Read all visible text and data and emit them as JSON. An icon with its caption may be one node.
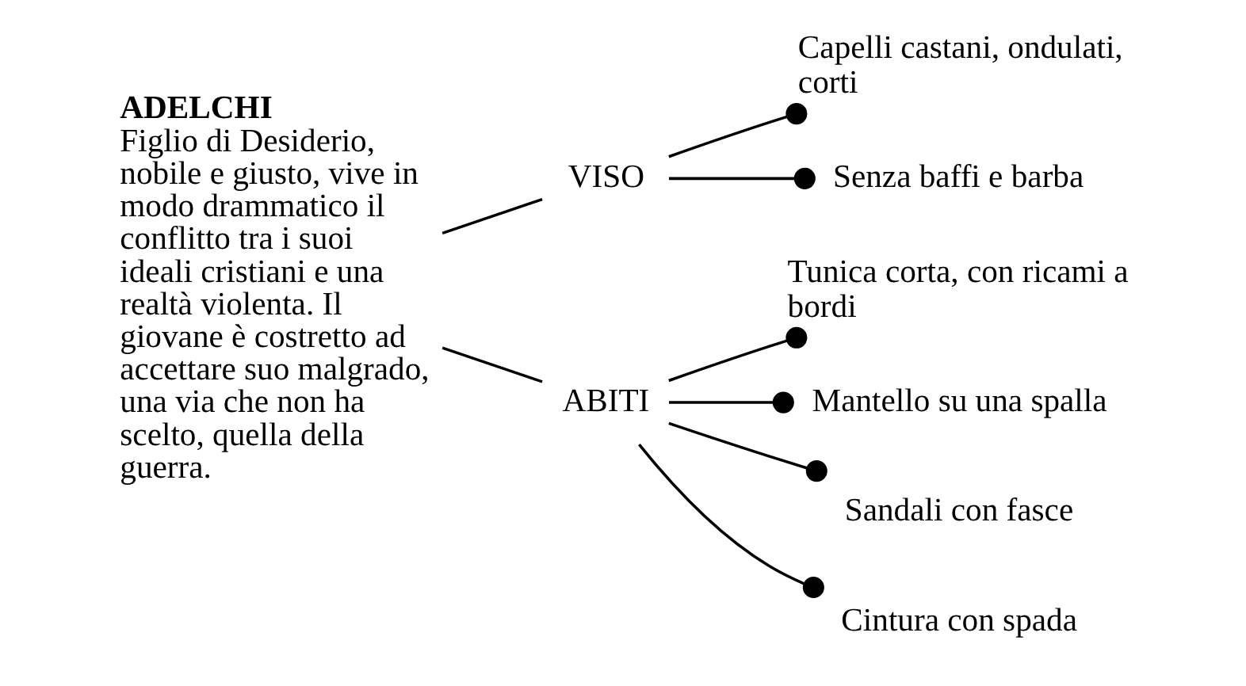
{
  "diagram": {
    "nodes": [
      {
        "text": [
          "ADELCHI",
          "Figlio di Desiderio, nobile e giusto, vive in modo drammatico il conflitto tra i suoi ideali cristiani e una realtà violenta. Il giovane è costretto ad accettare suo malgrado, una via che non ha scelto, quella della guerra."
        ]
      },
      {
        "text": [
          "VISO"
        ]
      },
      {
        "text": [
          "ABITI"
        ]
      },
      {
        "text": [
          "Capelli castani, ondulati, corti"
        ]
      },
      {
        "text": [
          "Senza baffi e barba"
        ]
      },
      {
        "text": [
          "Tunica corta, con ricami a bordi"
        ]
      },
      {
        "text": [
          "Mantello su una spalla"
        ]
      },
      {
        "text": [
          "Sandali con fasce"
        ]
      },
      {
        "text": [
          "Cintura con spada"
        ]
      }
    ],
    "edges": [
      {
        "from": 0,
        "to": 1,
        "arrow": "none"
      },
      {
        "from": 0,
        "to": 2,
        "arrow": "none"
      },
      {
        "from": 1,
        "to": 3,
        "arrow": "other"
      },
      {
        "from": 1,
        "to": 4,
        "arrow": "other"
      },
      {
        "from": 2,
        "to": 5,
        "arrow": "other"
      },
      {
        "from": 2,
        "to": 6,
        "arrow": "other"
      },
      {
        "from": 2,
        "to": 7,
        "arrow": "other"
      },
      {
        "from": 2,
        "to": 8,
        "arrow": "other"
      }
    ]
  }
}
